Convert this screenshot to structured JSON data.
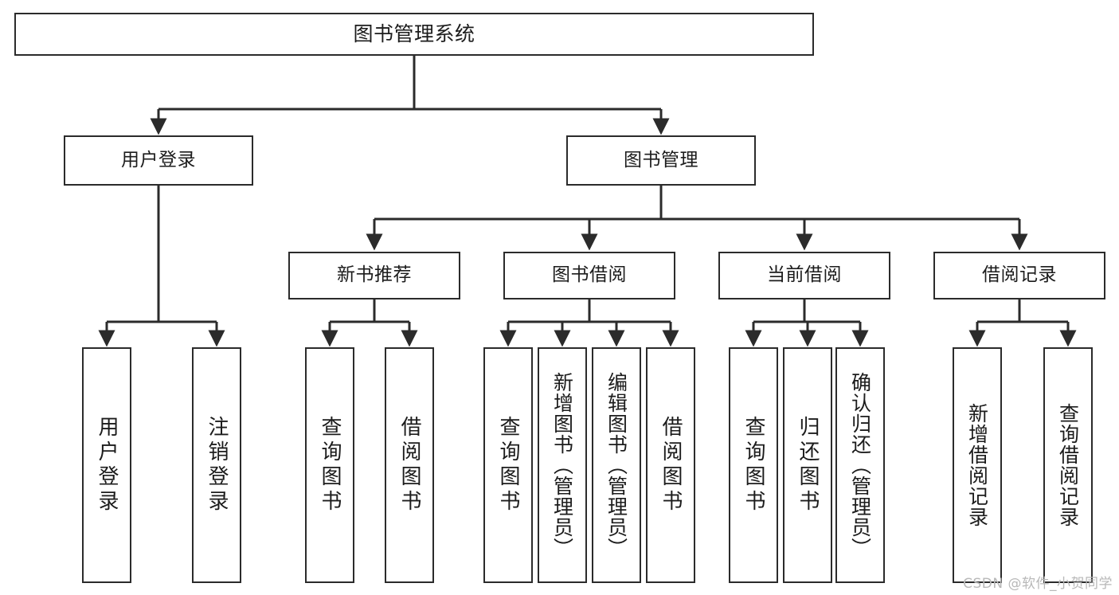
{
  "diagram": {
    "title": "图书管理系统",
    "type": "tree-hierarchy",
    "orientation": "top-down",
    "watermark": "CSDN @软件_小贺同学",
    "colors": {
      "border": "#2b2b2b",
      "background": "#ffffff",
      "text": "#1c1c1c",
      "edge": "#2b2b2b",
      "watermark": "#b8b8b8"
    },
    "levels": {
      "root": {
        "label": "图书管理系统"
      },
      "level2": [
        {
          "label": "用户登录"
        },
        {
          "label": "图书管理"
        }
      ],
      "level3": [
        {
          "label": "新书推荐"
        },
        {
          "label": "图书借阅"
        },
        {
          "label": "当前借阅"
        },
        {
          "label": "借阅记录"
        }
      ],
      "leaves": {
        "user_login": [
          {
            "label": "用户登录"
          },
          {
            "label": "注销登录"
          }
        ],
        "new_book_recommend": [
          {
            "label": "查询图书"
          },
          {
            "label": "借阅图书"
          }
        ],
        "book_borrow": [
          {
            "label": "查询图书"
          },
          {
            "label": "新增图书（管理员）"
          },
          {
            "label": "编辑图书（管理员）"
          },
          {
            "label": "借阅图书"
          }
        ],
        "current_borrow": [
          {
            "label": "查询图书"
          },
          {
            "label": "归还图书"
          },
          {
            "label": "确认归还（管理员）"
          }
        ],
        "borrow_record": [
          {
            "label": "新增借阅记录"
          },
          {
            "label": "查询借阅记录"
          }
        ]
      }
    }
  }
}
